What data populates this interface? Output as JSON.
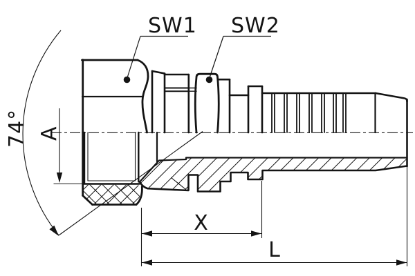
{
  "drawing": {
    "background": "#ffffff",
    "line_color": "#141414",
    "labels": {
      "wrench_1": "SW1",
      "wrench_2": "SW2",
      "cone_angle": "74°",
      "dim_thread": "A",
      "dim_cutoff": "X",
      "dim_length": "L"
    }
  }
}
